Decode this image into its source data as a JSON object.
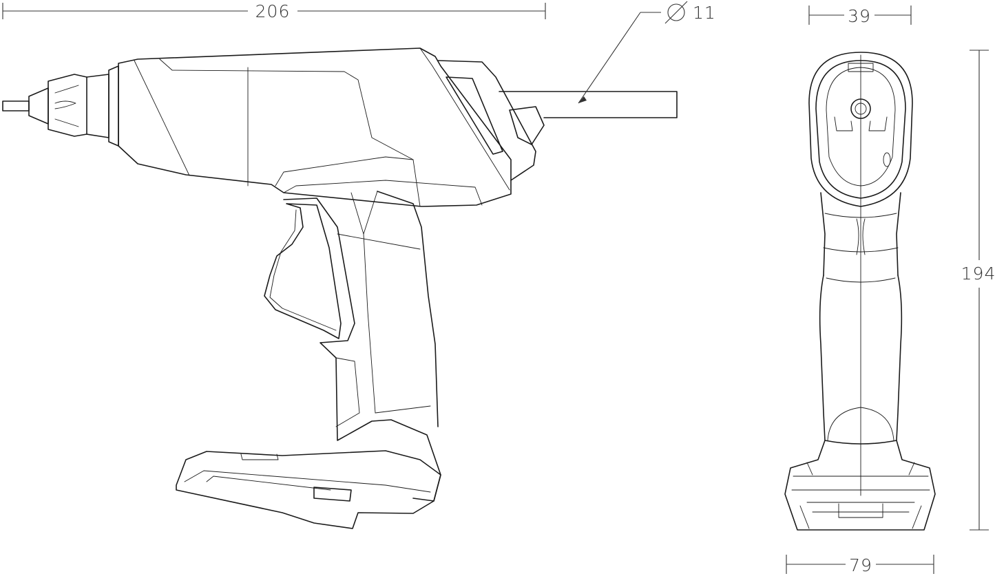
{
  "colors": {
    "line": "#1a1a1a",
    "dimension": "#333333",
    "background": "#ffffff"
  },
  "dimensions": {
    "overall_length": "206",
    "glue_stick_diameter": "11",
    "nozzle_width": "39",
    "overall_height": "194",
    "base_width": "79"
  },
  "icons": {
    "diameter_symbol": "diameter-icon"
  }
}
